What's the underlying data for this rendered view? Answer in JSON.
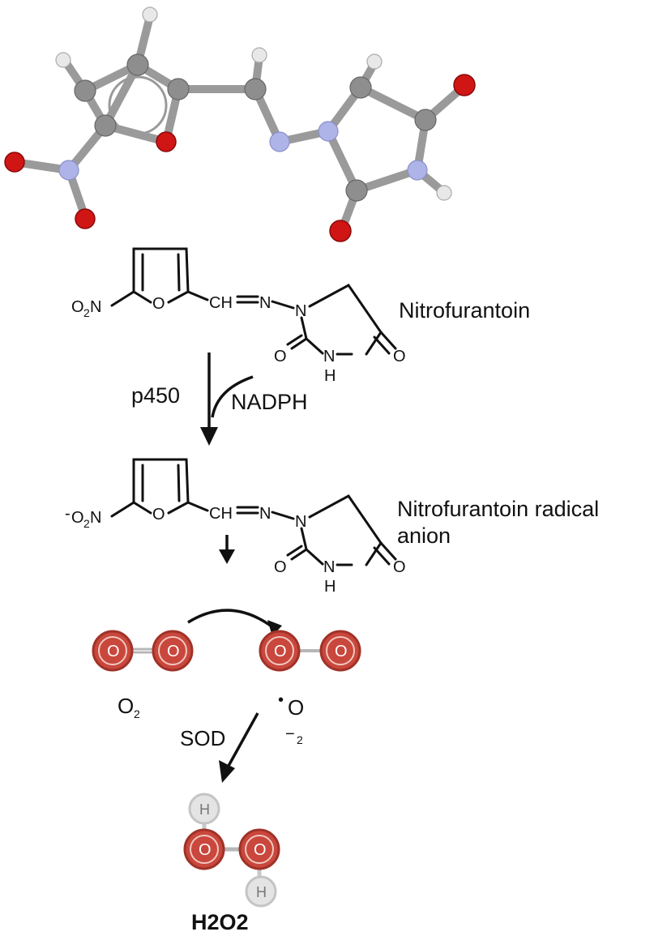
{
  "labels": {
    "nitrofurantoin": "Nitrofurantoin",
    "radical_line1": "Nitrofurantoin radical",
    "radical_line2": "anion",
    "p450": "p450",
    "nadph": "NADPH",
    "sod": "SOD",
    "o2_main": "O",
    "o2_sub": "2",
    "superoxide_dot": "•",
    "superoxide_o": "O",
    "superoxide_minus": "−",
    "superoxide_sub": "2",
    "h2o2": "H2O2"
  },
  "structure_atoms": {
    "o2n": "O",
    "o2n_sub": "2",
    "o2n_n": "N",
    "radical_prefix": "-",
    "ring_o": "O",
    "ch": "CH",
    "n1": "N",
    "n2": "N",
    "carbonyl_o1": "O",
    "nh_n": "N",
    "nh_h": "H",
    "carbonyl_o2": "O"
  },
  "atom_letters": {
    "oxygen": "O",
    "hydrogen": "H"
  },
  "colors": {
    "oxygen_ball": "#d01515",
    "carbon_ball": "#8e8e8e",
    "nitrogen_ball": "#aeb3e8",
    "hydrogen_ball": "#e8e8e8",
    "o2_atom": "#c9473c"
  }
}
